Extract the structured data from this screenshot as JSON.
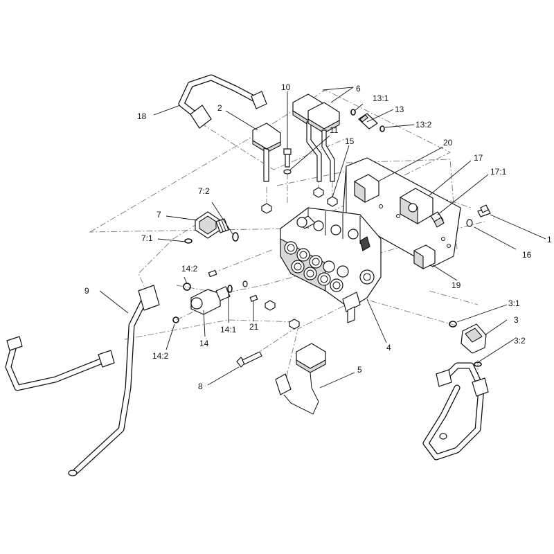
{
  "callouts": {
    "c1": "1",
    "c2": "2",
    "c3": "3",
    "c3_1": "3:1",
    "c3_2": "3:2",
    "c4": "4",
    "c5": "5",
    "c6": "6",
    "c7": "7",
    "c7_1": "7:1",
    "c7_2": "7:2",
    "c8": "8",
    "c9": "9",
    "c10": "10",
    "c11": "11",
    "c13": "13",
    "c13_1": "13:1",
    "c13_2": "13:2",
    "c14": "14",
    "c14_1": "14:1",
    "c14_2a": "14:2",
    "c14_2b": "14:2",
    "c15": "15",
    "c16": "16",
    "c17": "17",
    "c17_1": "17:1",
    "c18": "18",
    "c19": "19",
    "c20": "20",
    "c21": "21"
  }
}
